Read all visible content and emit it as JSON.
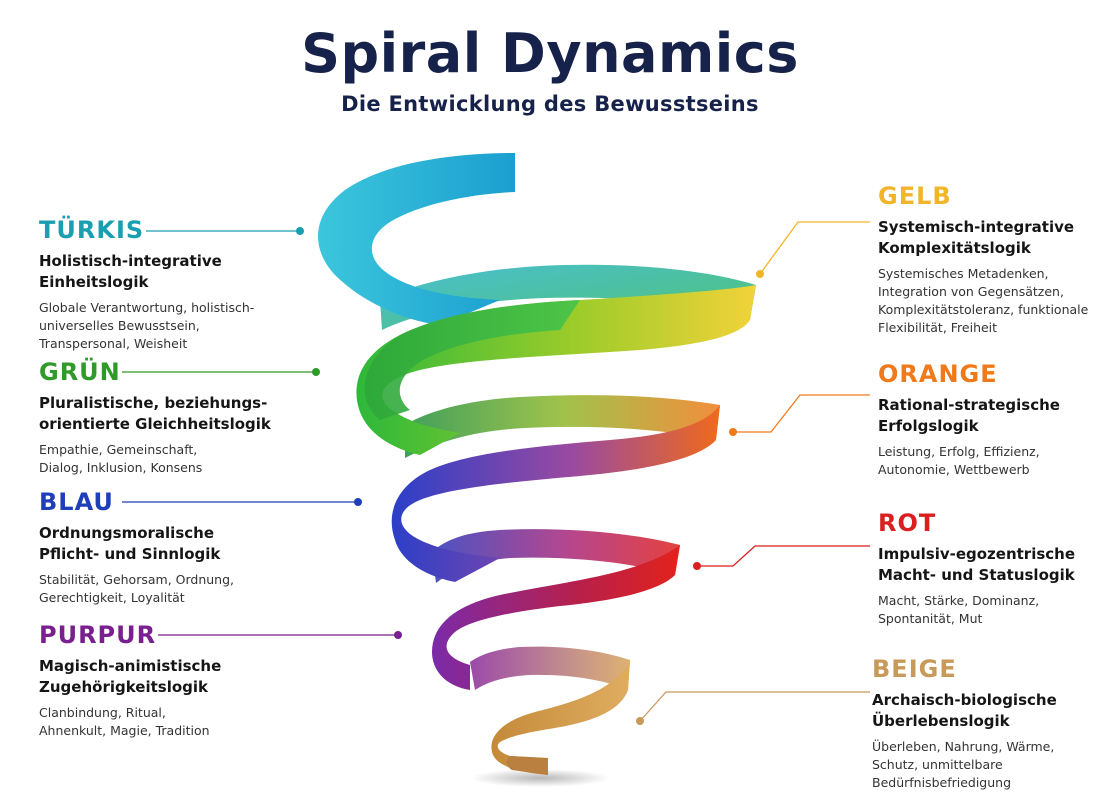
{
  "title": "Spiral Dynamics",
  "subtitle": "Die Entwicklung des Bewusstseins",
  "levels": {
    "tuerkis": {
      "name": "TÜRKIS",
      "logic": "Holistisch-integrative Einheitslogik",
      "desc": "Globale Verantwortung, holistisch-universelles Bewusstsein, Transpersonal, Weisheit",
      "color": "#1a9fb0"
    },
    "gruen": {
      "name": "GRÜN",
      "logic": "Pluralistische, beziehungs-orientierte Gleichheitslogik",
      "desc": "Empathie, Gemeinschaft, Dialog, Inklusion, Konsens",
      "color": "#2f9a2a"
    },
    "blau": {
      "name": "BLAU",
      "logic": "Ordnungsmoralische Pflicht- und Sinnlogik",
      "desc": "Stabilität, Gehorsam, Ordnung, Gerechtigkeit, Loyalität",
      "color": "#1f3fb8"
    },
    "purpur": {
      "name": "PURPUR",
      "logic": "Magisch-animistische Zugehörigkeitslogik",
      "desc": "Clanbindung, Ritual, Ahnenkult, Magie, Tradition",
      "color": "#7a1f8e"
    },
    "gelb": {
      "name": "GELB",
      "logic": "Systemisch-integrative Komplexitätslogik",
      "desc": "Systemisches Metadenken, Integration von Gegensätzen, Komplexitätstoleranz, funktionale Flexibilität, Freiheit",
      "color": "#f2b52a"
    },
    "orange": {
      "name": "ORANGE",
      "logic": "Rational-strategische Erfolgslogik",
      "desc": "Leistung, Erfolg, Effizienz, Autonomie, Wettbewerb",
      "color": "#f07a1a"
    },
    "rot": {
      "name": "ROT",
      "logic": "Impulsiv-egozentrische Macht- und Statuslogik",
      "desc": "Macht, Stärke, Dominanz, Spontanität, Mut",
      "color": "#d91f1f"
    },
    "beige": {
      "name": "BEIGE",
      "logic": "Archaisch-biologische Überlebenslogik",
      "desc": "Überleben, Nahrung, Wärme, Schutz, unmittelbare Bedürfnisbefriedigung",
      "color": "#c89a5a"
    }
  }
}
